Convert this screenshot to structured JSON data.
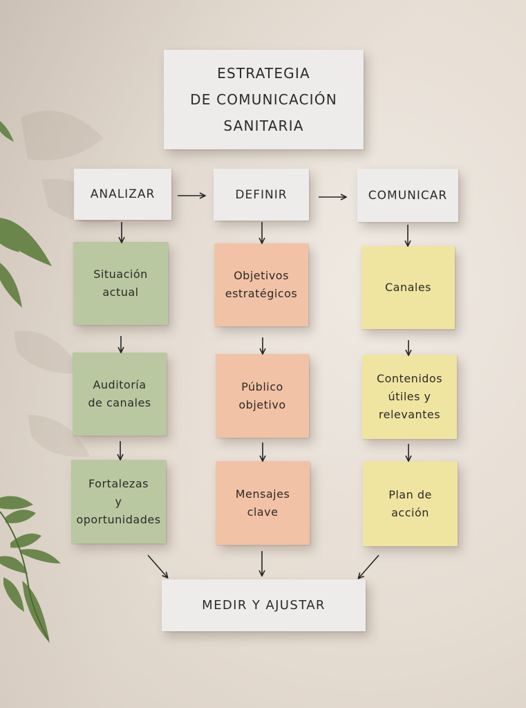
{
  "diagram": {
    "title_lines": [
      "ESTRATEGIA",
      "DE COMUNICACIÓN",
      "SANITARIA"
    ],
    "stages": [
      {
        "label": "ANALIZAR",
        "notes": [
          "Situación\nactual",
          "Auditoría\nde canales",
          "Fortalezas\ny oportunidades"
        ]
      },
      {
        "label": "DEFINIR",
        "notes": [
          "Objetivos\nestratégicos",
          "Público\nobjetivo",
          "Mensajes\nclave"
        ]
      },
      {
        "label": "COMUNICAR",
        "notes": [
          "Canales",
          "Contenidos\nútiles y\nrelevantes",
          "Plan de\nacción"
        ]
      }
    ],
    "final_step": "MEDIR Y AJUSTAR"
  },
  "colors": {
    "analizar_notes": "#b9c8a1",
    "definir_notes": "#f2c2a6",
    "comunicar_notes": "#f0e4a1",
    "header_cards": "#eeecea"
  },
  "icons": [
    "arrow-icon",
    "plant-leaves"
  ]
}
